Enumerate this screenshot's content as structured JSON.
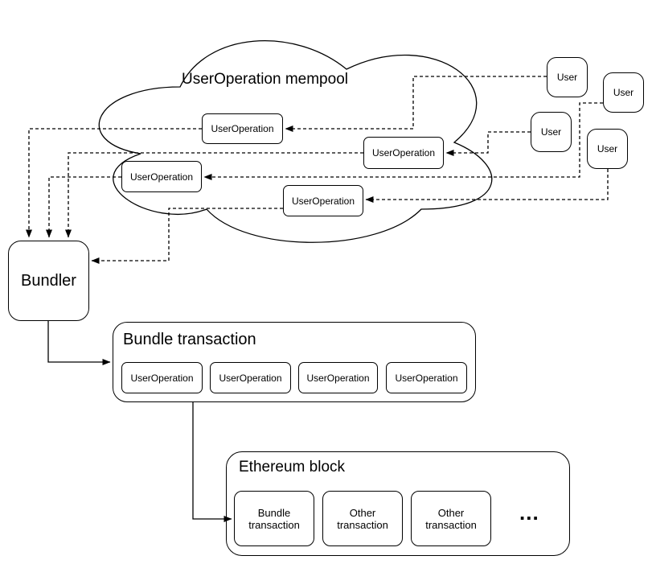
{
  "diagram": {
    "colors": {
      "stroke": "#000000",
      "background": "#ffffff"
    },
    "cloud": {
      "title": "UserOperation mempool"
    },
    "mempool_user_operations": [
      {
        "label": "UserOperation"
      },
      {
        "label": "UserOperation"
      },
      {
        "label": "UserOperation"
      },
      {
        "label": "UserOperation"
      }
    ],
    "users": [
      {
        "label": "User"
      },
      {
        "label": "User"
      },
      {
        "label": "User"
      },
      {
        "label": "User"
      }
    ],
    "bundler": {
      "label": "Bundler"
    },
    "bundle_transaction": {
      "title": "Bundle transaction",
      "user_operations": [
        {
          "label": "UserOperation"
        },
        {
          "label": "UserOperation"
        },
        {
          "label": "UserOperation"
        },
        {
          "label": "UserOperation"
        }
      ]
    },
    "ethereum_block": {
      "title": "Ethereum block",
      "transactions": [
        {
          "lines": [
            "Bundle",
            "transaction"
          ]
        },
        {
          "lines": [
            "Other",
            "transaction"
          ]
        },
        {
          "lines": [
            "Other",
            "transaction"
          ]
        }
      ],
      "ellipsis": "..."
    }
  }
}
